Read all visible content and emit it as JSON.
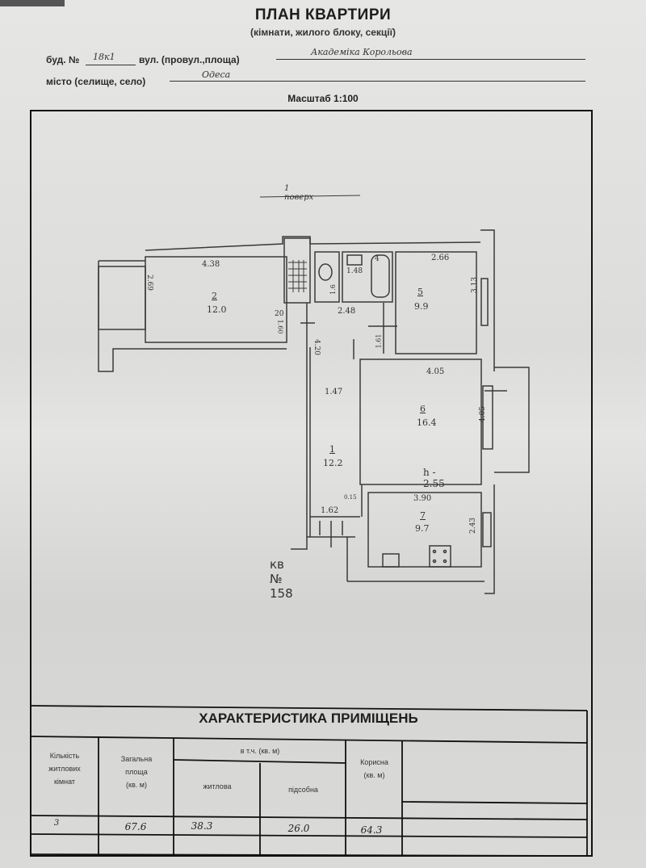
{
  "header": {
    "title": "ПЛАН КВАРТИРИ",
    "subtitle": "(кімнати, жилого блоку, секції)",
    "building_label": "буд. №",
    "building_value": "18к1",
    "street_label": "вул. (провул.,площа)",
    "street_value": "Академіка Корольова",
    "city_label": "місто (селище, село)",
    "city_value": "Одеса",
    "scale": "Масштаб 1:100"
  },
  "plan": {
    "floor_note": "1 поверх",
    "apartment_label": "кв № 158",
    "rooms": [
      {
        "number": "2",
        "area": "12.0",
        "width": "4.38",
        "depth": "2.69"
      },
      {
        "number": "5",
        "area": "9.9",
        "width": "2.66",
        "depth": "3.13"
      },
      {
        "number": "6",
        "area": "16.4",
        "width": "4.05",
        "depth": "4.05"
      },
      {
        "number": "1",
        "area": "12.2",
        "width": "1.47",
        "depth": "4.20"
      },
      {
        "number": "7",
        "area": "9.7",
        "width": "3.90",
        "depth": "2.43"
      },
      {
        "number": "4",
        "area": "",
        "width": "1.48",
        "depth": ""
      }
    ],
    "dimensions": {
      "corridor_top": "2.48",
      "closet": "20",
      "closet_depth": "1.60",
      "wc": "1.6",
      "door_depth": "1.61",
      "entry": "1.62",
      "small": "0.15",
      "ceiling_height": "h - 2.55"
    }
  },
  "table": {
    "title": "ХАРАКТЕРИСТИКА ПРИМІЩЕНЬ",
    "headers": {
      "rooms_count": [
        "Кількість",
        "житлових",
        "кімнат"
      ],
      "total_area": [
        "Загальна",
        "площа",
        "(кв. м)"
      ],
      "incl": "в т.ч. (кв. м)",
      "living": "житлова",
      "auxiliary": "підсобна",
      "useful": [
        "Корисна",
        "(кв. м)"
      ]
    },
    "row": {
      "rooms_count": "3",
      "total_area": "67.6",
      "living": "38.3",
      "auxiliary": "26.0",
      "useful": "64.3"
    }
  }
}
